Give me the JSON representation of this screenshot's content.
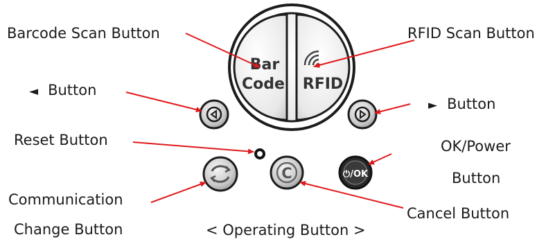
{
  "labels": {
    "barcode": "Barcode Scan Button",
    "rfid": "RFID Scan Button",
    "left": "Button",
    "right": "Button",
    "reset": "Reset Button",
    "ok_line1": "OK/Power",
    "ok_line2": "Button",
    "comm_line1": "Communication",
    "comm_line2": "Change Button",
    "cancel": "Cancel Button",
    "caption": "< Operating Button >"
  },
  "arrows": {
    "left": "◄",
    "right": "►"
  },
  "button_text": {
    "bar_line1": "Bar",
    "bar_line2": "Code",
    "rfid": "RFID",
    "cancel": "C",
    "ok": "⏻/OK"
  },
  "colors": {
    "arrow": "#e0191b",
    "outline": "#1c1c1c",
    "button_fill": "#cfcfcf",
    "face_fill": "#f2f2f2"
  }
}
